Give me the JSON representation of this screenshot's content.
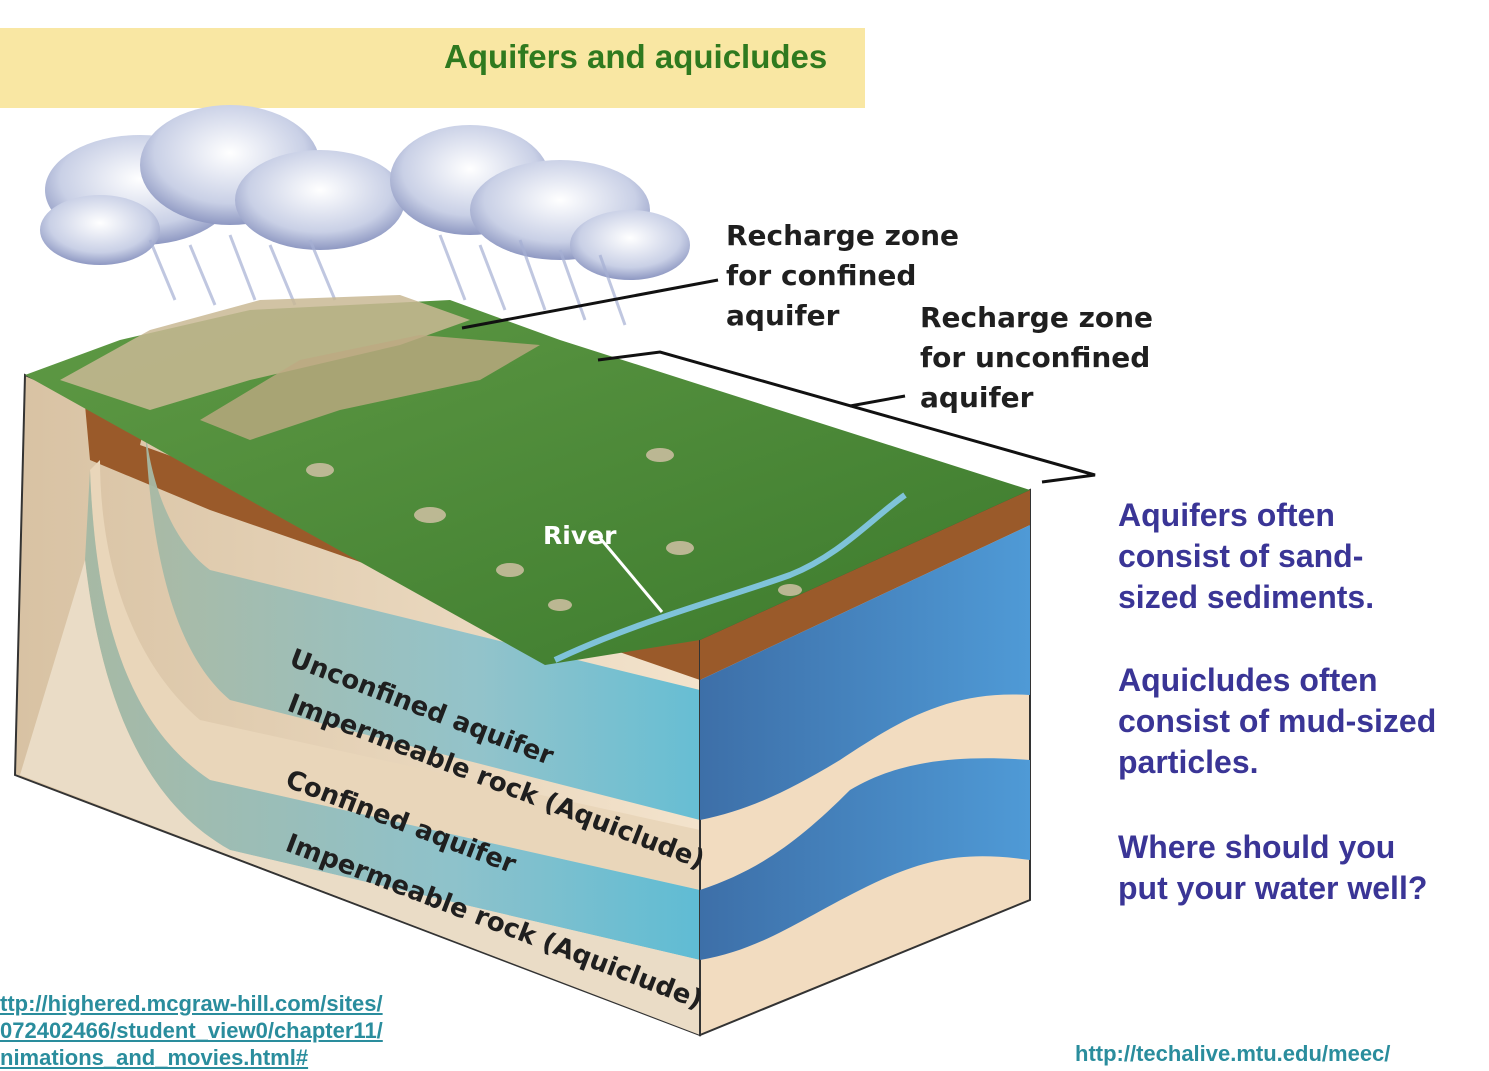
{
  "title": "Aquifers and aquicludes",
  "callouts": {
    "recharge_confined": "Recharge zone\nfor confined\naquifer",
    "recharge_unconfined": "Recharge zone\nfor unconfined\naquifer",
    "river": "River"
  },
  "layer_labels": {
    "unconfined_aquifer": "Unconfined aquifer",
    "impermeable_rock_upper": "Impermeable rock (Aquiclude)",
    "confined_aquifer": "Confined aquifer",
    "impermeable_rock_lower": "Impermeable rock (Aquiclude)"
  },
  "notes": {
    "aquifers": "Aquifers often\nconsist of sand-\nsized sediments.",
    "aquicludes": "Aquicludes often\nconsist of mud-sized\nparticles.",
    "question": "Where should you\nput your water well?"
  },
  "sources": {
    "left": "ttp://highered.mcgraw-hill.com/sites/\n072402466/student_view0/chapter11/\nnimations_and_movies.html#",
    "right": "http://techalive.mtu.edu/meec/"
  },
  "colors": {
    "title": "#2f7a1f",
    "banner": "#f9e7a3",
    "notes": "#3a3596",
    "links": "#2a8d9d",
    "aquifer_blue": "#4a90cc",
    "sediment_tan": "#f2dcc0",
    "soil_brown": "#9a5a2a",
    "vegetation_green": "#4d8a35"
  }
}
